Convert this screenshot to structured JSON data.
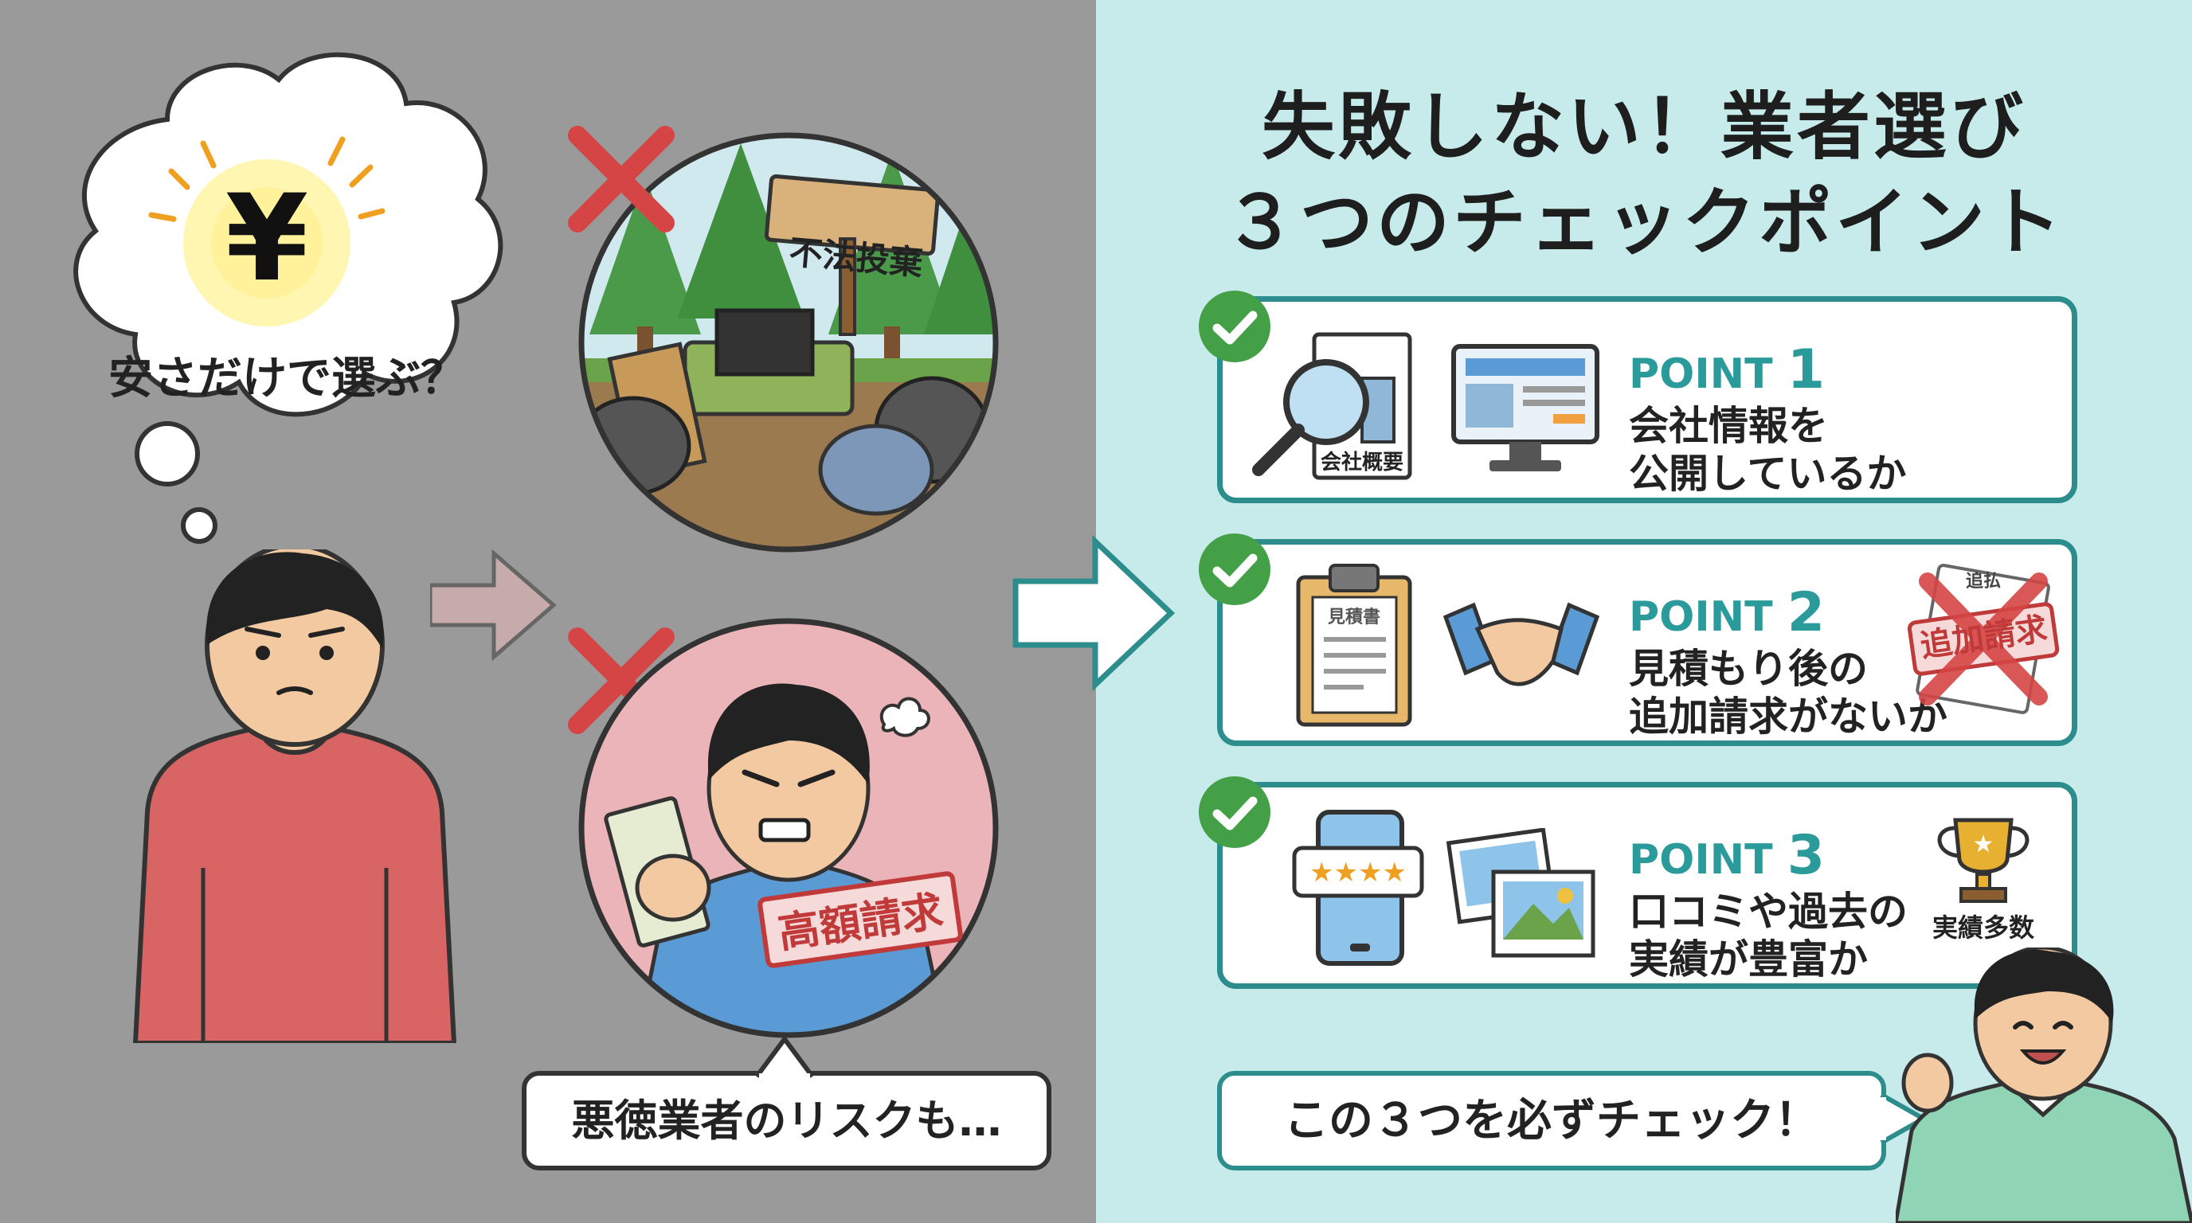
{
  "left": {
    "thought_text": "安さだけで選ぶ？",
    "yen_symbol": "¥",
    "sign_text": "不法投棄",
    "stamp_text": "高額請求",
    "risk_text": "悪徳業者のリスクも…"
  },
  "right": {
    "title_line1": "失敗しない！業者選び",
    "title_line2": "３つのチェックポイント",
    "points": [
      {
        "label": "POINT",
        "num": "1",
        "line1": "会社情報を",
        "line2": "公開しているか",
        "icon_caption": "会社概要"
      },
      {
        "label": "POINT",
        "num": "2",
        "line1": "見積もり後の",
        "line2": "追加請求がないか",
        "icon_caption": "見積書",
        "stamp": "追加請求",
        "stamp_small": "追払"
      },
      {
        "label": "POINT",
        "num": "3",
        "line1": "口コミや過去の",
        "line2": "実績が豊富か",
        "icon_caption": "実績多数"
      }
    ],
    "bottom_text": "この３つを必ずチェック！"
  },
  "colors": {
    "left_bg": "#9a9a9a",
    "right_bg": "#c7eaea",
    "accent_teal": "#2d8c8c",
    "check_green": "#43a047",
    "cross_red": "#d64545"
  }
}
